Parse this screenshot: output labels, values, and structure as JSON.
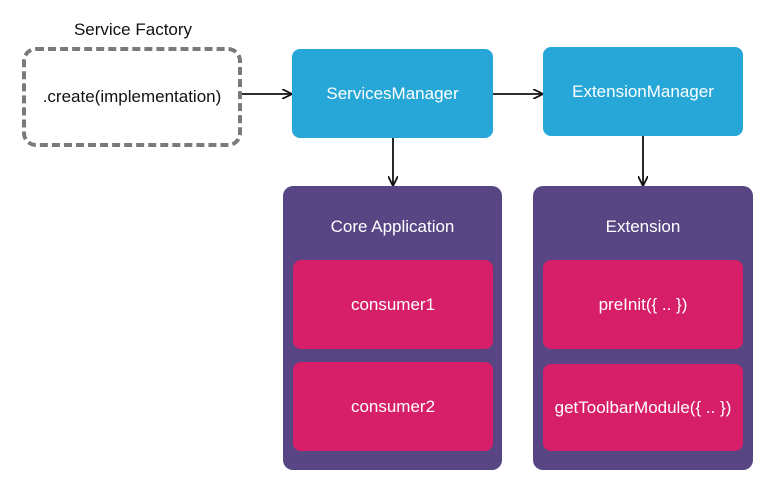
{
  "factory": {
    "title": "Service Factory",
    "call": ".create(implementation)"
  },
  "managers": {
    "services": "ServicesManager",
    "extension": "ExtensionManager"
  },
  "core_app": {
    "title": "Core Application",
    "items": [
      "consumer1",
      "consumer2"
    ]
  },
  "extension_group": {
    "title": "Extension",
    "items": [
      "preInit({ .. })",
      "getToolbarModule({ .. })"
    ]
  },
  "colors": {
    "manager": "#26a7d8",
    "group": "#584584",
    "item": "#d71e68",
    "dashed_border": "#7a7a7a"
  }
}
